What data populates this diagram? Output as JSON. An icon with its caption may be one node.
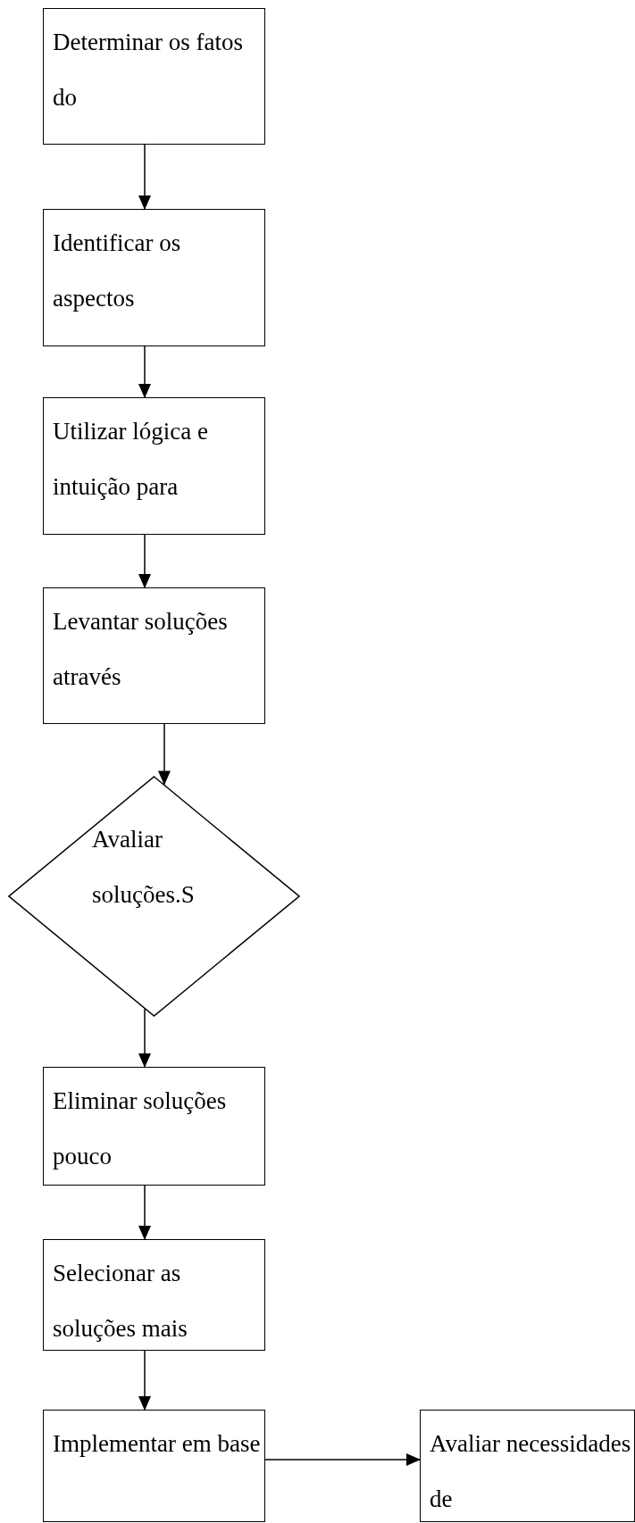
{
  "diagram": {
    "nodes": [
      {
        "text": [
          "Determinar os fatos do"
        ]
      },
      {
        "text": [
          "Identificar os aspectos"
        ]
      },
      {
        "text": [
          "Utilizar lógica e intuição para"
        ]
      },
      {
        "text": [
          "Levantar soluções através"
        ]
      },
      {
        "text": [
          "Avaliar soluções.S"
        ]
      },
      {
        "text": [
          "Eliminar soluções pouco"
        ]
      },
      {
        "text": [
          "Selecionar as soluções mais"
        ]
      },
      {
        "text": [
          "Implementar em base"
        ]
      },
      {
        "text": [
          "Avaliar necessidades de"
        ]
      }
    ],
    "edges": [
      {
        "from": 0,
        "to": 1,
        "arrow": "to"
      },
      {
        "from": 1,
        "to": 2,
        "arrow": "to"
      },
      {
        "from": 2,
        "to": 3,
        "arrow": "to"
      },
      {
        "from": 3,
        "to": 4,
        "arrow": "to"
      },
      {
        "from": 4,
        "to": 5,
        "arrow": "to"
      },
      {
        "from": 5,
        "to": 6,
        "arrow": "to"
      },
      {
        "from": 6,
        "to": 7,
        "arrow": "to"
      },
      {
        "from": 7,
        "to": 8,
        "arrow": "to"
      }
    ]
  }
}
